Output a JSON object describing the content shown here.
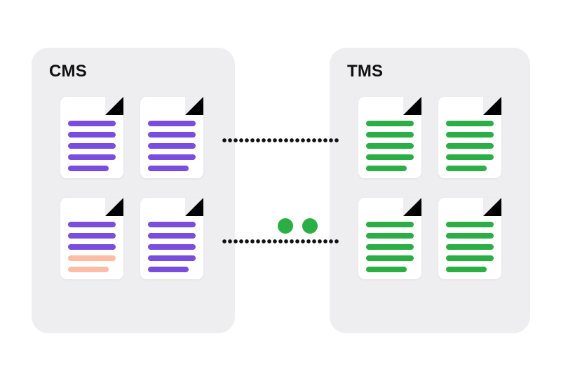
{
  "diagram": {
    "type": "system-integration-flow",
    "background_color": "#ffffff",
    "panel_color": "#eeeef0",
    "colors": {
      "purple": "#7B4DDE",
      "green": "#2BAE46",
      "peach": "#FCBCA6",
      "fold": "#000000",
      "card": "#ffffff",
      "dot": "#111111"
    }
  },
  "panels": [
    {
      "id": "cms",
      "title": "CMS",
      "documents": [
        {
          "name": "cms-document-1",
          "lines": [
            {
              "color": "#7B4DDE",
              "short": false
            },
            {
              "color": "#7B4DDE",
              "short": false
            },
            {
              "color": "#7B4DDE",
              "short": false
            },
            {
              "color": "#7B4DDE",
              "short": false
            },
            {
              "color": "#7B4DDE",
              "short": true
            }
          ]
        },
        {
          "name": "cms-document-2",
          "lines": [
            {
              "color": "#7B4DDE",
              "short": false
            },
            {
              "color": "#7B4DDE",
              "short": false
            },
            {
              "color": "#7B4DDE",
              "short": false
            },
            {
              "color": "#7B4DDE",
              "short": false
            },
            {
              "color": "#7B4DDE",
              "short": true
            }
          ]
        },
        {
          "name": "cms-document-3",
          "lines": [
            {
              "color": "#7B4DDE",
              "short": false
            },
            {
              "color": "#7B4DDE",
              "short": false
            },
            {
              "color": "#7B4DDE",
              "short": false
            },
            {
              "color": "#FCBCA6",
              "short": false
            },
            {
              "color": "#FCBCA6",
              "short": true
            }
          ]
        },
        {
          "name": "cms-document-4",
          "lines": [
            {
              "color": "#7B4DDE",
              "short": false
            },
            {
              "color": "#7B4DDE",
              "short": false
            },
            {
              "color": "#7B4DDE",
              "short": false
            },
            {
              "color": "#7B4DDE",
              "short": false
            },
            {
              "color": "#7B4DDE",
              "short": true
            }
          ]
        }
      ]
    },
    {
      "id": "tms",
      "title": "TMS",
      "documents": [
        {
          "name": "tms-document-1",
          "lines": [
            {
              "color": "#2BAE46",
              "short": false
            },
            {
              "color": "#2BAE46",
              "short": false
            },
            {
              "color": "#2BAE46",
              "short": false
            },
            {
              "color": "#2BAE46",
              "short": false
            },
            {
              "color": "#2BAE46",
              "short": true
            }
          ]
        },
        {
          "name": "tms-document-2",
          "lines": [
            {
              "color": "#2BAE46",
              "short": false
            },
            {
              "color": "#2BAE46",
              "short": false
            },
            {
              "color": "#2BAE46",
              "short": false
            },
            {
              "color": "#2BAE46",
              "short": false
            },
            {
              "color": "#2BAE46",
              "short": true
            }
          ]
        },
        {
          "name": "tms-document-3",
          "lines": [
            {
              "color": "#2BAE46",
              "short": false
            },
            {
              "color": "#2BAE46",
              "short": false
            },
            {
              "color": "#2BAE46",
              "short": false
            },
            {
              "color": "#2BAE46",
              "short": false
            },
            {
              "color": "#2BAE46",
              "short": true
            }
          ]
        },
        {
          "name": "tms-document-4",
          "lines": [
            {
              "color": "#2BAE46",
              "short": false
            },
            {
              "color": "#2BAE46",
              "short": false
            },
            {
              "color": "#2BAE46",
              "short": false
            },
            {
              "color": "#2BAE46",
              "short": false
            },
            {
              "color": "#2BAE46",
              "short": true
            }
          ]
        }
      ]
    }
  ],
  "connectors": [
    {
      "name": "connector-top",
      "style": "dotted",
      "color": "#111111"
    },
    {
      "name": "connector-bottom",
      "style": "dotted",
      "color": "#111111"
    }
  ],
  "status_dots": [
    {
      "name": "status-dot-1",
      "color": "#2BAE46"
    },
    {
      "name": "status-dot-2",
      "color": "#2BAE46"
    }
  ]
}
